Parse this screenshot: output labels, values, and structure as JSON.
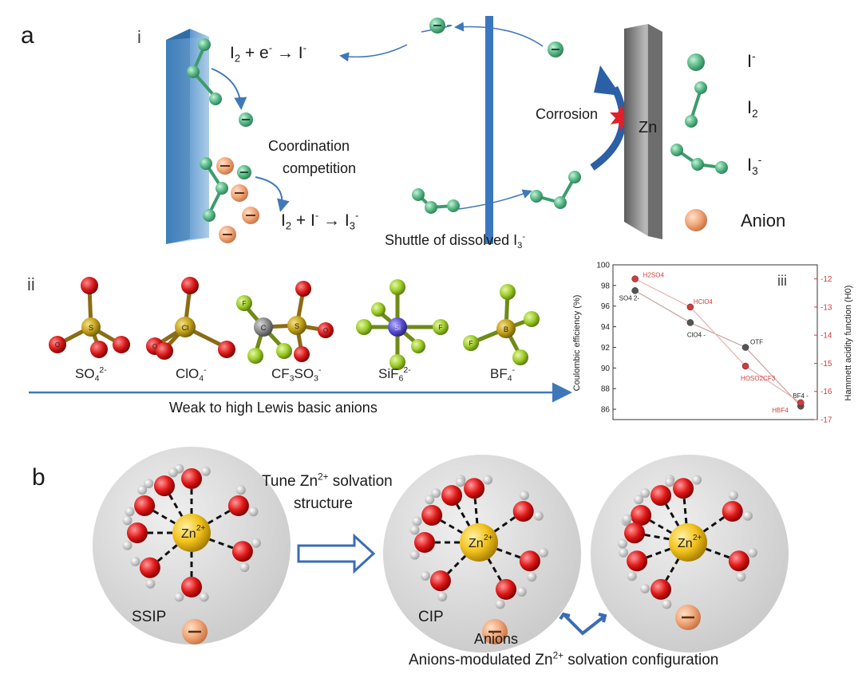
{
  "panel_a": {
    "label": "a",
    "sub_i": "i",
    "sub_ii": "ii",
    "sub_iii": "iii",
    "reaction_1": {
      "a": "I",
      "a_sub": "2",
      "b": " + e",
      "b_sup": "-",
      "c": " → I",
      "c_sup": "-"
    },
    "reaction_2": {
      "a": "I",
      "a_sub": "2",
      "b": " + I",
      "b_sup": "-",
      "c": " → I",
      "c_sub": "3",
      "c_sup": "-"
    },
    "coordination_line1": "Coordination",
    "coordination_line2": "competition",
    "shuttle_text": "Shuttle of dissolved I",
    "shuttle_sub": "3",
    "shuttle_sup": "-",
    "corrosion": "Corrosion",
    "zn": "Zn",
    "legend": [
      {
        "name": "I",
        "sup": "-",
        "sub": "",
        "icon": "iodide-icon"
      },
      {
        "name": "I",
        "sup": "",
        "sub": "2",
        "icon": "iodine-icon"
      },
      {
        "name": "I",
        "sup": "-",
        "sub": "3",
        "icon": "triiodide-icon"
      },
      {
        "name": "Anion",
        "sup": "",
        "sub": "",
        "icon": "anion-icon"
      }
    ],
    "anions": [
      {
        "base": "SO",
        "sub": "4",
        "sup": "2-",
        "center": "S"
      },
      {
        "base": "ClO",
        "sub": "4",
        "sup": "-",
        "center": "Cl"
      },
      {
        "base": "CF",
        "sub": "3",
        "mid": "SO",
        "sub2": "3",
        "sup": "-",
        "center": "S"
      },
      {
        "base": "SiF",
        "sub": "6",
        "sup": "2-",
        "center": "Si"
      },
      {
        "base": "BF",
        "sub": "4",
        "sup": "-",
        "center": "B"
      }
    ],
    "atom_labels": {
      "o": "O",
      "f": "F",
      "c": "C"
    },
    "arrow_caption": "Weak to high Lewis basic anions"
  },
  "chart_data": {
    "type": "scatter",
    "title": "",
    "ylabel": "Coulombic efficiency (%)",
    "y2label": "Hammett acidity function (H0)",
    "ylim": [
      85,
      100
    ],
    "y2lim": [
      -17,
      -11.5
    ],
    "yticks": [
      86,
      88,
      90,
      92,
      94,
      96,
      98,
      100
    ],
    "y2ticks": [
      -12,
      -13,
      -14,
      -15,
      -16,
      -17
    ],
    "series": [
      {
        "color": "#555555",
        "x": [
          1,
          2,
          3,
          4
        ],
        "values": [
          97.5,
          94.4,
          92.0,
          86.3
        ],
        "labels": [
          "SO4 2-",
          "ClO4 -",
          "OTF",
          "BF4 -"
        ]
      },
      {
        "color": "#d63a3a",
        "x": [
          1,
          2,
          3,
          4
        ],
        "values": [
          -12.0,
          -13.0,
          -15.1,
          -16.4
        ],
        "labels": [
          "H2SO4",
          "HClO4",
          "HOSO2CF3",
          "HBF4"
        ]
      }
    ],
    "grid": false
  },
  "panel_b": {
    "label": "b",
    "tune_line1": "Tune Zn",
    "tune_sup": "2+",
    "tune_line1_end": " solvation",
    "tune_line2": "structure",
    "zn_label": "Zn",
    "zn_sup": "2+",
    "ssip": "SSIP",
    "cip": "CIP",
    "anions": "Anions",
    "config_a": "Anions-modulated Zn",
    "config_sup": "2+",
    "config_b": " solvation configuration"
  }
}
